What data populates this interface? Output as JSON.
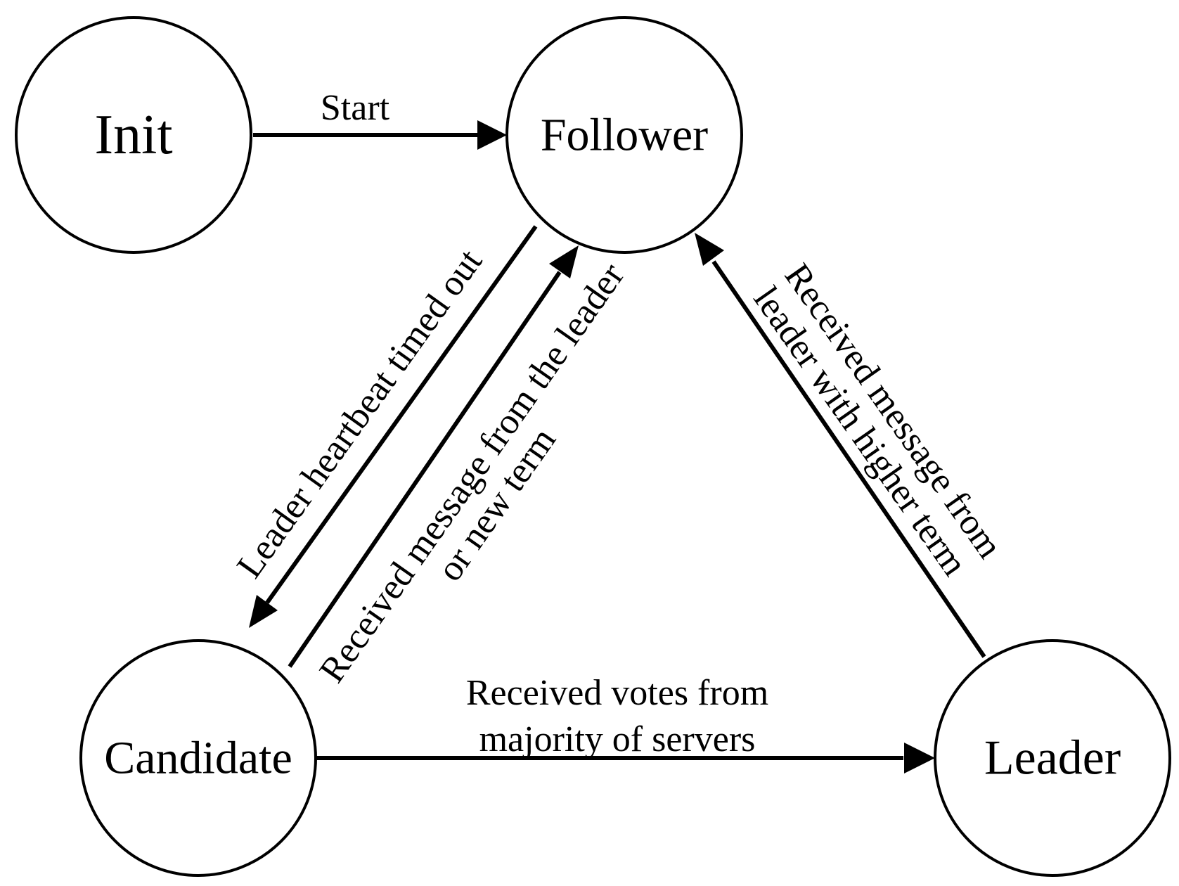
{
  "states": {
    "init": "Init",
    "follower": "Follower",
    "candidate": "Candidate",
    "leader": "Leader"
  },
  "transitions": {
    "start": "Start",
    "timeout": "Leader heartbeat timed out",
    "step_down_line1": "Received message from the leader",
    "step_down_line2": "or new term",
    "elected_line1": "Received votes from",
    "elected_line2": "majority of servers",
    "leader_down_line1": "Received message from",
    "leader_down_line2": "leader with higher term"
  },
  "colors": {
    "stroke": "#000000",
    "background": "#ffffff"
  }
}
